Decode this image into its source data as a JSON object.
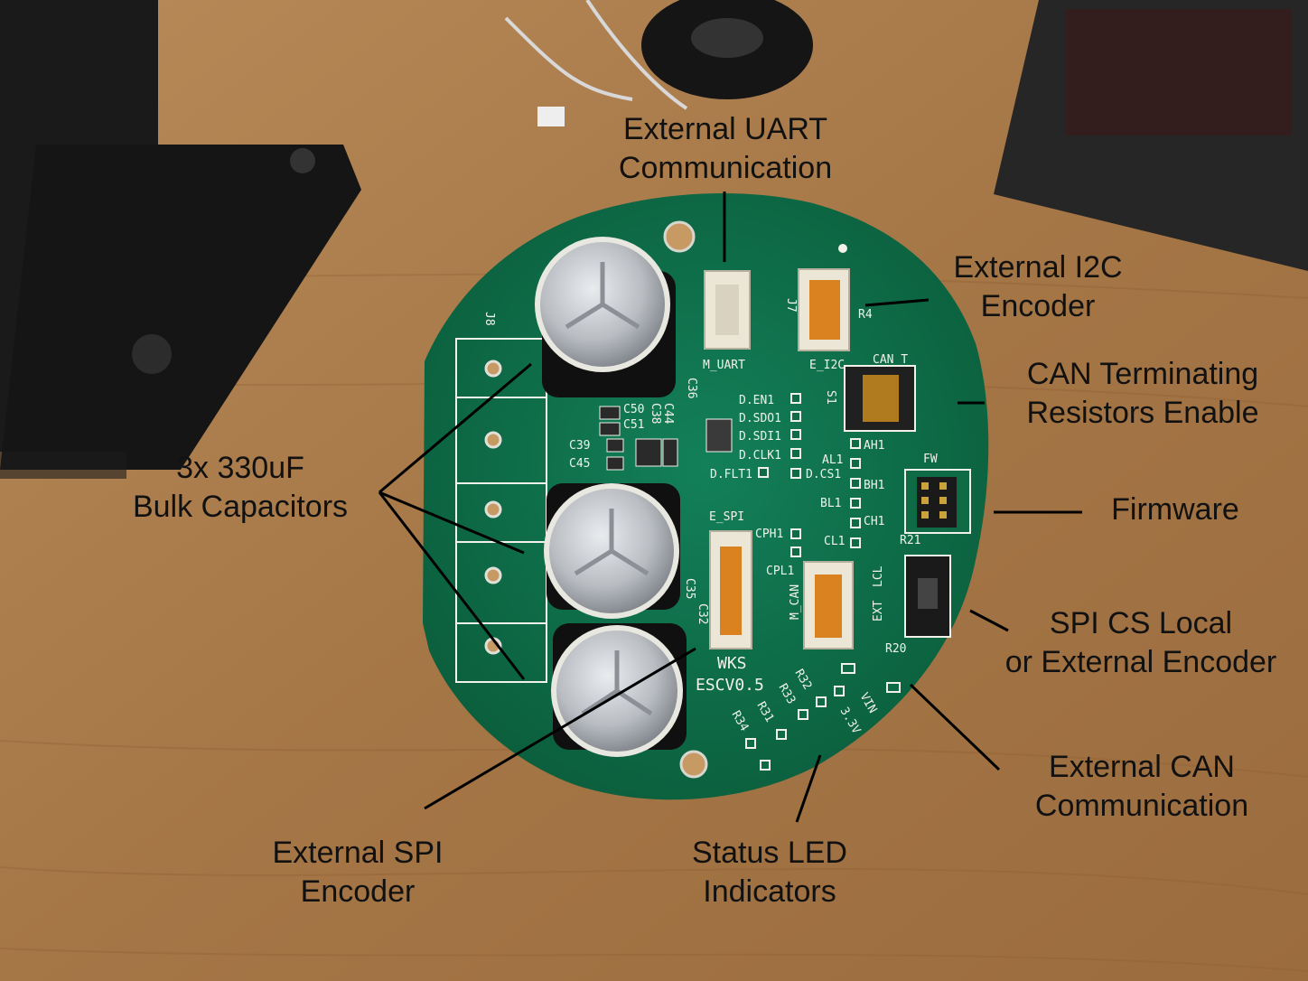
{
  "callouts": {
    "uart": {
      "line1": "External UART",
      "line2": "Communication"
    },
    "i2c": {
      "line1": "External I2C",
      "line2": "Encoder"
    },
    "can_term": {
      "line1": "CAN Terminating",
      "line2": "Resistors Enable"
    },
    "capacitors": {
      "line1": "3x 330uF",
      "line2": "Bulk Capacitors"
    },
    "firmware": {
      "line1": "Firmware"
    },
    "spi_cs": {
      "line1": "SPI CS Local",
      "line2": "or External Encoder"
    },
    "can_comm": {
      "line1": "External CAN",
      "line2": "Communication"
    },
    "spi": {
      "line1": "External SPI",
      "line2": "Encoder"
    },
    "status_led": {
      "line1": "Status LED",
      "line2": "Indicators"
    }
  },
  "silkscreen": {
    "j8": "J8",
    "m_uart": "M_UART",
    "e_i2c": "E_I2C",
    "j7": "J7",
    "r4": "R4",
    "can_t": "CAN_T",
    "s1": "S1",
    "fw": "FW",
    "e_spi": "E_SPI",
    "m_can": "M_CAN",
    "ext": "EXT",
    "lcl": "LCL",
    "board_name_1": "WKS",
    "board_name_2": "ESCV0.5",
    "r21": "R21",
    "r20": "R20",
    "c50": "C50",
    "c51": "C51",
    "c38": "C38",
    "c44": "C44",
    "c39": "C39",
    "c45": "C45",
    "c36": "C36",
    "c35": "C35",
    "c32": "C32",
    "d_en1": "D.EN1",
    "d_sdo1": "D.SDO1",
    "d_sdi1": "D.SDI1",
    "d_clk1": "D.CLK1",
    "d_flt1": "D.FLT1",
    "d_cs1": "D.CS1",
    "al1": "AL1",
    "ah1": "AH1",
    "bh1": "BH1",
    "bl1": "BL1",
    "ch1": "CH1",
    "cl1": "CL1",
    "cph1": "CPH1",
    "cpl1": "CPL1",
    "r31": "R31",
    "r32": "R32",
    "r33": "R33",
    "r34": "R34",
    "v3_3": "3.3V",
    "vin": "VIN"
  },
  "colors": {
    "pcb_green": "#0e6b45",
    "silkscreen": "#f2f2ea",
    "connector_orange": "#d9821f",
    "connector_white": "#ece6d6",
    "capacitor_silver": "#c9ccd0",
    "workbench_wood": "#a87b4c"
  }
}
